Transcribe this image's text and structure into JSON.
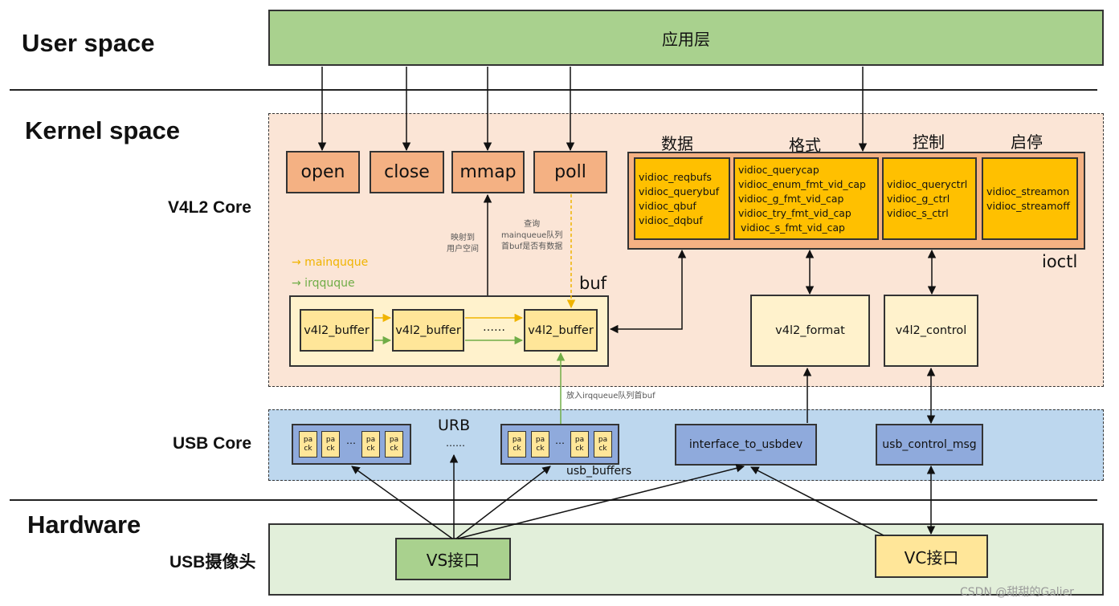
{
  "layers": {
    "user": "User space",
    "kernel": "Kernel space",
    "hardware": "Hardware"
  },
  "sublayers": {
    "v4l2_core": "V4L2 Core",
    "usb_core": "USB Core",
    "usb_camera": "USB摄像头"
  },
  "app_layer": "应用层",
  "syscalls": [
    "open",
    "close",
    "mmap",
    "poll"
  ],
  "ioctl": {
    "label": "ioctl",
    "categories": [
      "数据",
      "格式",
      "控制",
      "启停"
    ],
    "groups": [
      [
        "vidioc_reqbufs",
        "vidioc_querybuf",
        "vidioc_qbuf",
        "vidioc_dqbuf"
      ],
      [
        "vidioc_querycap",
        "vidioc_enum_fmt_vid_cap",
        "vidioc_g_fmt_vid_cap",
        "vidioc_try_fmt_vid_cap",
        "vidioc_s_fmt_vid_cap"
      ],
      [
        "vidioc_queryctrl",
        "vidioc_g_ctrl",
        "vidioc_s_ctrl"
      ],
      [
        "vidioc_streamon",
        "vidioc_streamoff"
      ]
    ]
  },
  "annotations": {
    "mmap_note_1": "映射到",
    "mmap_note_2": "用户空间",
    "poll_note_1": "查询",
    "poll_note_2": "mainqueue队列",
    "poll_note_3": "首buf是否有数据",
    "irq_note": "放入irqqueue队列首buf"
  },
  "legend": {
    "mainqueue": "→ mainquque",
    "irqqueue": "→ irqquque"
  },
  "buf_label": "buf",
  "buffers": [
    "v4l2_buffer",
    "v4l2_buffer",
    "v4l2_buffer"
  ],
  "buffer_ellipsis": "……",
  "v4l2_format": "v4l2_format",
  "v4l2_control": "v4l2_control",
  "urb_label": "URB",
  "urb_ellipsis": "……",
  "pack": {
    "line1": "pa",
    "line2": "ck"
  },
  "pack_ellipsis": "…",
  "usb_buffers": "usb_buffers",
  "interface_to_usbdev": "interface_to_usbdev",
  "usb_control_msg": "usb_control_msg",
  "vs_interface": "VS接口",
  "vc_interface": "VC接口",
  "watermark": "CSDN @甜甜的Galier",
  "colors": {
    "app": "#a9d18e",
    "syscall": "#f4b183",
    "kernel_region": "#fbe5d6",
    "ioctl": "#ffc000",
    "buffer": "#ffe699",
    "struct": "#fff2cc",
    "usb_region": "#bdd7ee",
    "usb_box": "#8faadc",
    "hardware": "#e2efda",
    "vs": "#a9d18e",
    "vc": "#ffe699",
    "mainqueue_arrow": "#f0b400",
    "irqqueue_arrow": "#70ad47"
  }
}
